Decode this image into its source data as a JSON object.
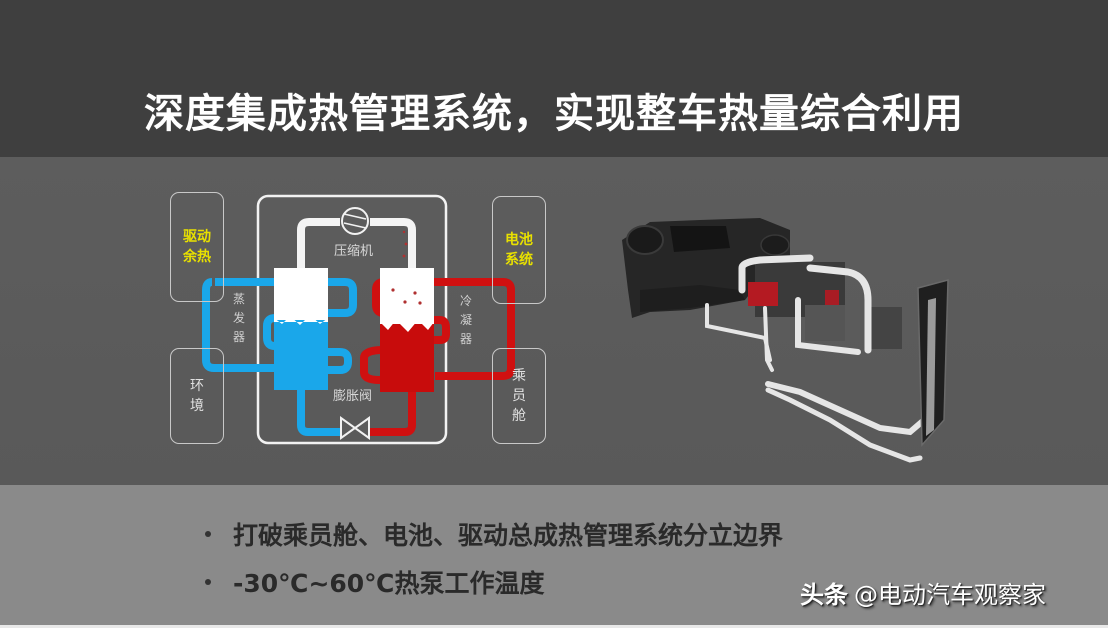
{
  "title": "深度集成热管理系统，实现整车热量综合利用",
  "diagram": {
    "side_boxes": {
      "drive_waste_heat": [
        "驱动",
        "余热"
      ],
      "battery_system": [
        "电池",
        "系统"
      ],
      "environment": [
        "环",
        "境"
      ],
      "cabin": [
        "乘",
        "员",
        "舱"
      ]
    },
    "labels": {
      "compressor": "压缩机",
      "evaporator": [
        "蒸",
        "发",
        "器"
      ],
      "condenser": [
        "冷",
        "凝",
        "器"
      ],
      "expansion_valve": "膨胀阀"
    },
    "colors": {
      "cold_loop": "#1aa7ea",
      "hot_loop": "#d01010",
      "refrigerant": "#ffffff",
      "highlight_text": "#e8e000"
    }
  },
  "product_image": {
    "description": "integrated thermal management module render"
  },
  "bullets": [
    "打破乘员舱、电池、驱动总成热管理系统分立边界",
    "-30℃~60℃热泵工作温度"
  ],
  "watermark": {
    "brand": "头条",
    "account": "@电动汽车观察家"
  }
}
